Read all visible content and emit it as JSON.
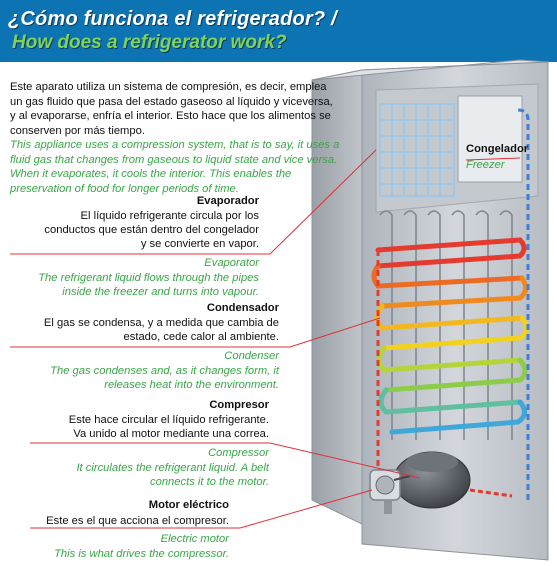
{
  "header": {
    "title_es": "¿Cómo funciona el refrigerador? /",
    "title_en": "How does a refrigerator work?"
  },
  "intro": {
    "es": "Este aparato utiliza un sistema de compresión, es decir, emplea un gas fluido que pasa del estado gaseoso al líquido y viceversa, y al evaporarse, enfría el interior. Esto hace que los alimentos se conserven por más tiempo.",
    "en": "This appliance uses a compression system, that is to say, it uses a fluid gas that changes from gaseous to liquid state and vice versa. When it evaporates, it cools the interior. This enables the preservation of food for longer periods of time."
  },
  "labels": {
    "congelador": {
      "title": "Congelador",
      "en": "Freezer"
    },
    "evaporador": {
      "title": "Evaporador",
      "es_lines": [
        "El líquido refrigerante circula por los",
        "conductos que están dentro del congelador",
        "y se convierte en vapor."
      ],
      "en_title": "Evaporator",
      "en_lines": [
        "The refrigerant liquid flows through the pipes",
        "inside the freezer and turns into vapour."
      ]
    },
    "condensador": {
      "title": "Condensador",
      "es_lines": [
        "El gas se condensa, y a medida que cambia de",
        "estado, cede calor al ambiente."
      ],
      "en_title": "Condenser",
      "en_lines": [
        "The gas condenses and, as it changes form, it",
        "releases heat into the environment."
      ]
    },
    "compresor": {
      "title": "Compresor",
      "es_lines": [
        "Este hace circular el líquido refrigerante.",
        "Va unido al motor mediante una correa."
      ],
      "en_title": "Compressor",
      "en_lines": [
        "It circulates the refrigerant liquid. A belt",
        "connects it to the motor."
      ]
    },
    "motor": {
      "title": "Motor eléctrico",
      "es_lines": [
        "Este es el que acciona el compresor."
      ],
      "en_title": "Electric motor",
      "en_lines": [
        "This is what drives the compressor."
      ]
    }
  },
  "colors": {
    "header_bg": "#0d74b4",
    "title_en": "#7fd35a",
    "english_text": "#3aa648",
    "leader_line": "#e0303a",
    "cabinet": "#c8cdd3"
  }
}
